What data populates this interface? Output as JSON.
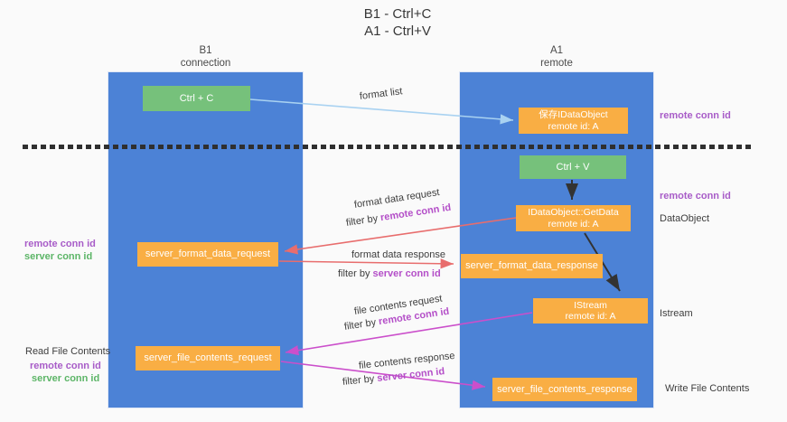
{
  "title": {
    "line1": "B1 - Ctrl+C",
    "line2": "A1 - Ctrl+V"
  },
  "columns": {
    "left": {
      "header_line1": "B1",
      "header_line2": "connection"
    },
    "right": {
      "header_line1": "A1",
      "header_line2": "remote"
    }
  },
  "nodes": {
    "ctrl_c": "Ctrl + C",
    "ctrl_v": "Ctrl + V",
    "save_dataobject": {
      "line1": "保存IDataObject",
      "line2": "remote id: A"
    },
    "getdata": {
      "line1": "IDataObject::GetData",
      "line2": "remote id: A"
    },
    "istream": {
      "line1": "IStream",
      "line2": "remote id: A"
    },
    "format_request": "server_format_data_request",
    "format_response": "server_format_data_response",
    "file_request": "server_file_contents_request",
    "file_response": "server_file_contents_response"
  },
  "edge_labels": {
    "format_list": "format list",
    "format_data_request": "format data request",
    "format_data_response": "format data response",
    "file_contents_request": "file contents request",
    "file_contents_response": "file contents response"
  },
  "filters": {
    "format_request": {
      "prefix": "filter by ",
      "key": "remote conn id"
    },
    "format_response": {
      "prefix": "filter by ",
      "key": "server conn id"
    },
    "file_request": {
      "prefix": "filter by ",
      "key": "remote conn id"
    },
    "file_response": {
      "prefix": "filter by ",
      "key": "server conn id"
    }
  },
  "side_labels": {
    "right_remote_conn_id_top": "remote conn id",
    "right_remote_conn_id_mid": "remote conn id",
    "dataobject": "DataObject",
    "istream": "Istream",
    "write_file_contents": "Write File Contents",
    "left_remote_conn_id_top": "remote conn id",
    "left_server_conn_id_top": "server conn id",
    "read_file_contents": "Read File Contents",
    "left_remote_conn_id_bottom": "remote conn id",
    "left_server_conn_id_bottom": "server conn id"
  },
  "colors": {
    "column_blue": "#4c82d6",
    "node_green": "#76c17b",
    "node_orange": "#f9ae44",
    "purple_label": "#a85cc8",
    "green_label": "#5cb567",
    "filter_key_purple": "#b44fc8",
    "arrow_light_blue": "#a9d2f1",
    "arrow_salmon": "#e86d6d",
    "arrow_magenta": "#cb4fcb",
    "arrow_black": "#333333",
    "dashed_separator": "#2f2f2f",
    "background": "#fafafa"
  }
}
